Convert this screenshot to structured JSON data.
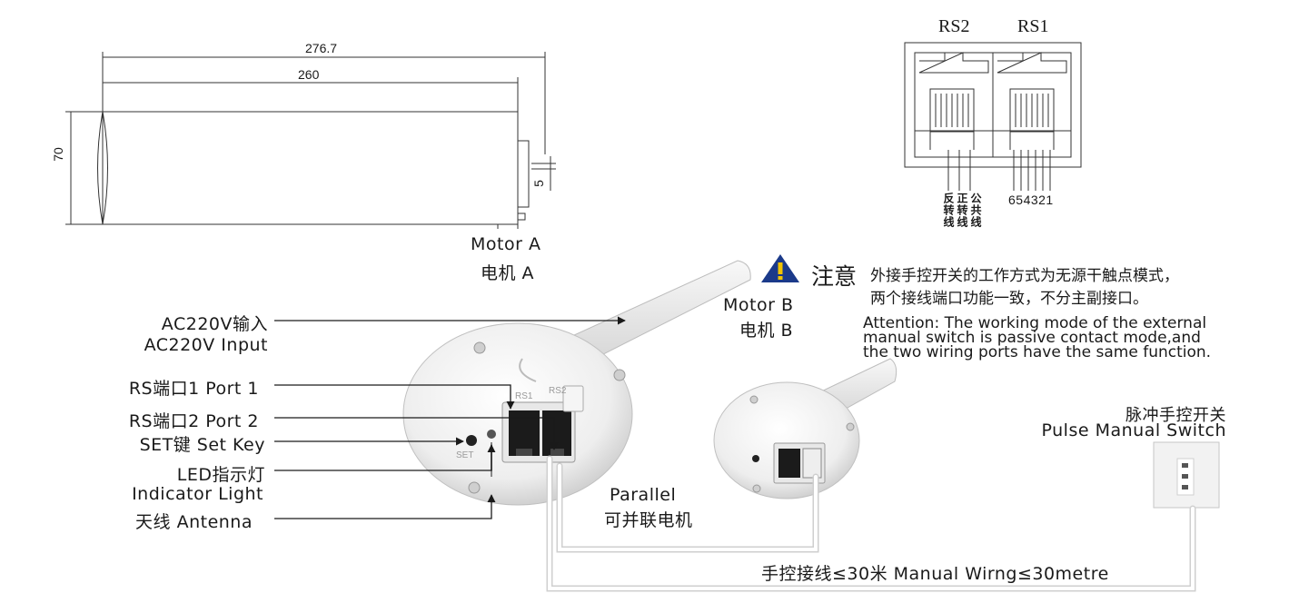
{
  "dimensions": {
    "overall_length": "276.7",
    "body_length": "260",
    "height": "70",
    "small_offset": "5"
  },
  "connector": {
    "rs2": "RS2",
    "rs1": "RS1",
    "pin_labels": [
      "反转线",
      "正转线",
      "公共线"
    ],
    "pin_numbers": "654321"
  },
  "motor_a": {
    "label_en": "Motor A",
    "label_cn": "电机 A"
  },
  "motor_b": {
    "label_en": "Motor B",
    "label_cn": "电机 B"
  },
  "notice": {
    "title": "注意",
    "cn_line1": "外接手控开关的工作方式为无源干触点模式，",
    "cn_line2": "两个接线端口功能一致，不分主副接口。",
    "en_line1": "Attention: The working mode of the external",
    "en_line2": "manual switch is passive contact mode,and",
    "en_line3": "the two wiring ports have the same function."
  },
  "callouts": {
    "ac_cn": "AC220V输入",
    "ac_en": "AC220V Input",
    "port1": "RS端口1  Port 1",
    "port2": "RS端口2  Port 2",
    "set": "SET键  Set Key",
    "led_cn": "LED指示灯",
    "led_en": "Indicator  Light",
    "antenna": "天线  Antenna"
  },
  "device_text": {
    "rs1": "RS1",
    "rs2": "RS2",
    "set": "SET"
  },
  "parallel": {
    "en": "Parallel",
    "cn": "可并联电机"
  },
  "switch": {
    "cn": "脉冲手控开关",
    "en": "Pulse  Manual  Switch"
  },
  "wiring": {
    "label": "手控接线≤30米 Manual Wirng≤30metre"
  }
}
